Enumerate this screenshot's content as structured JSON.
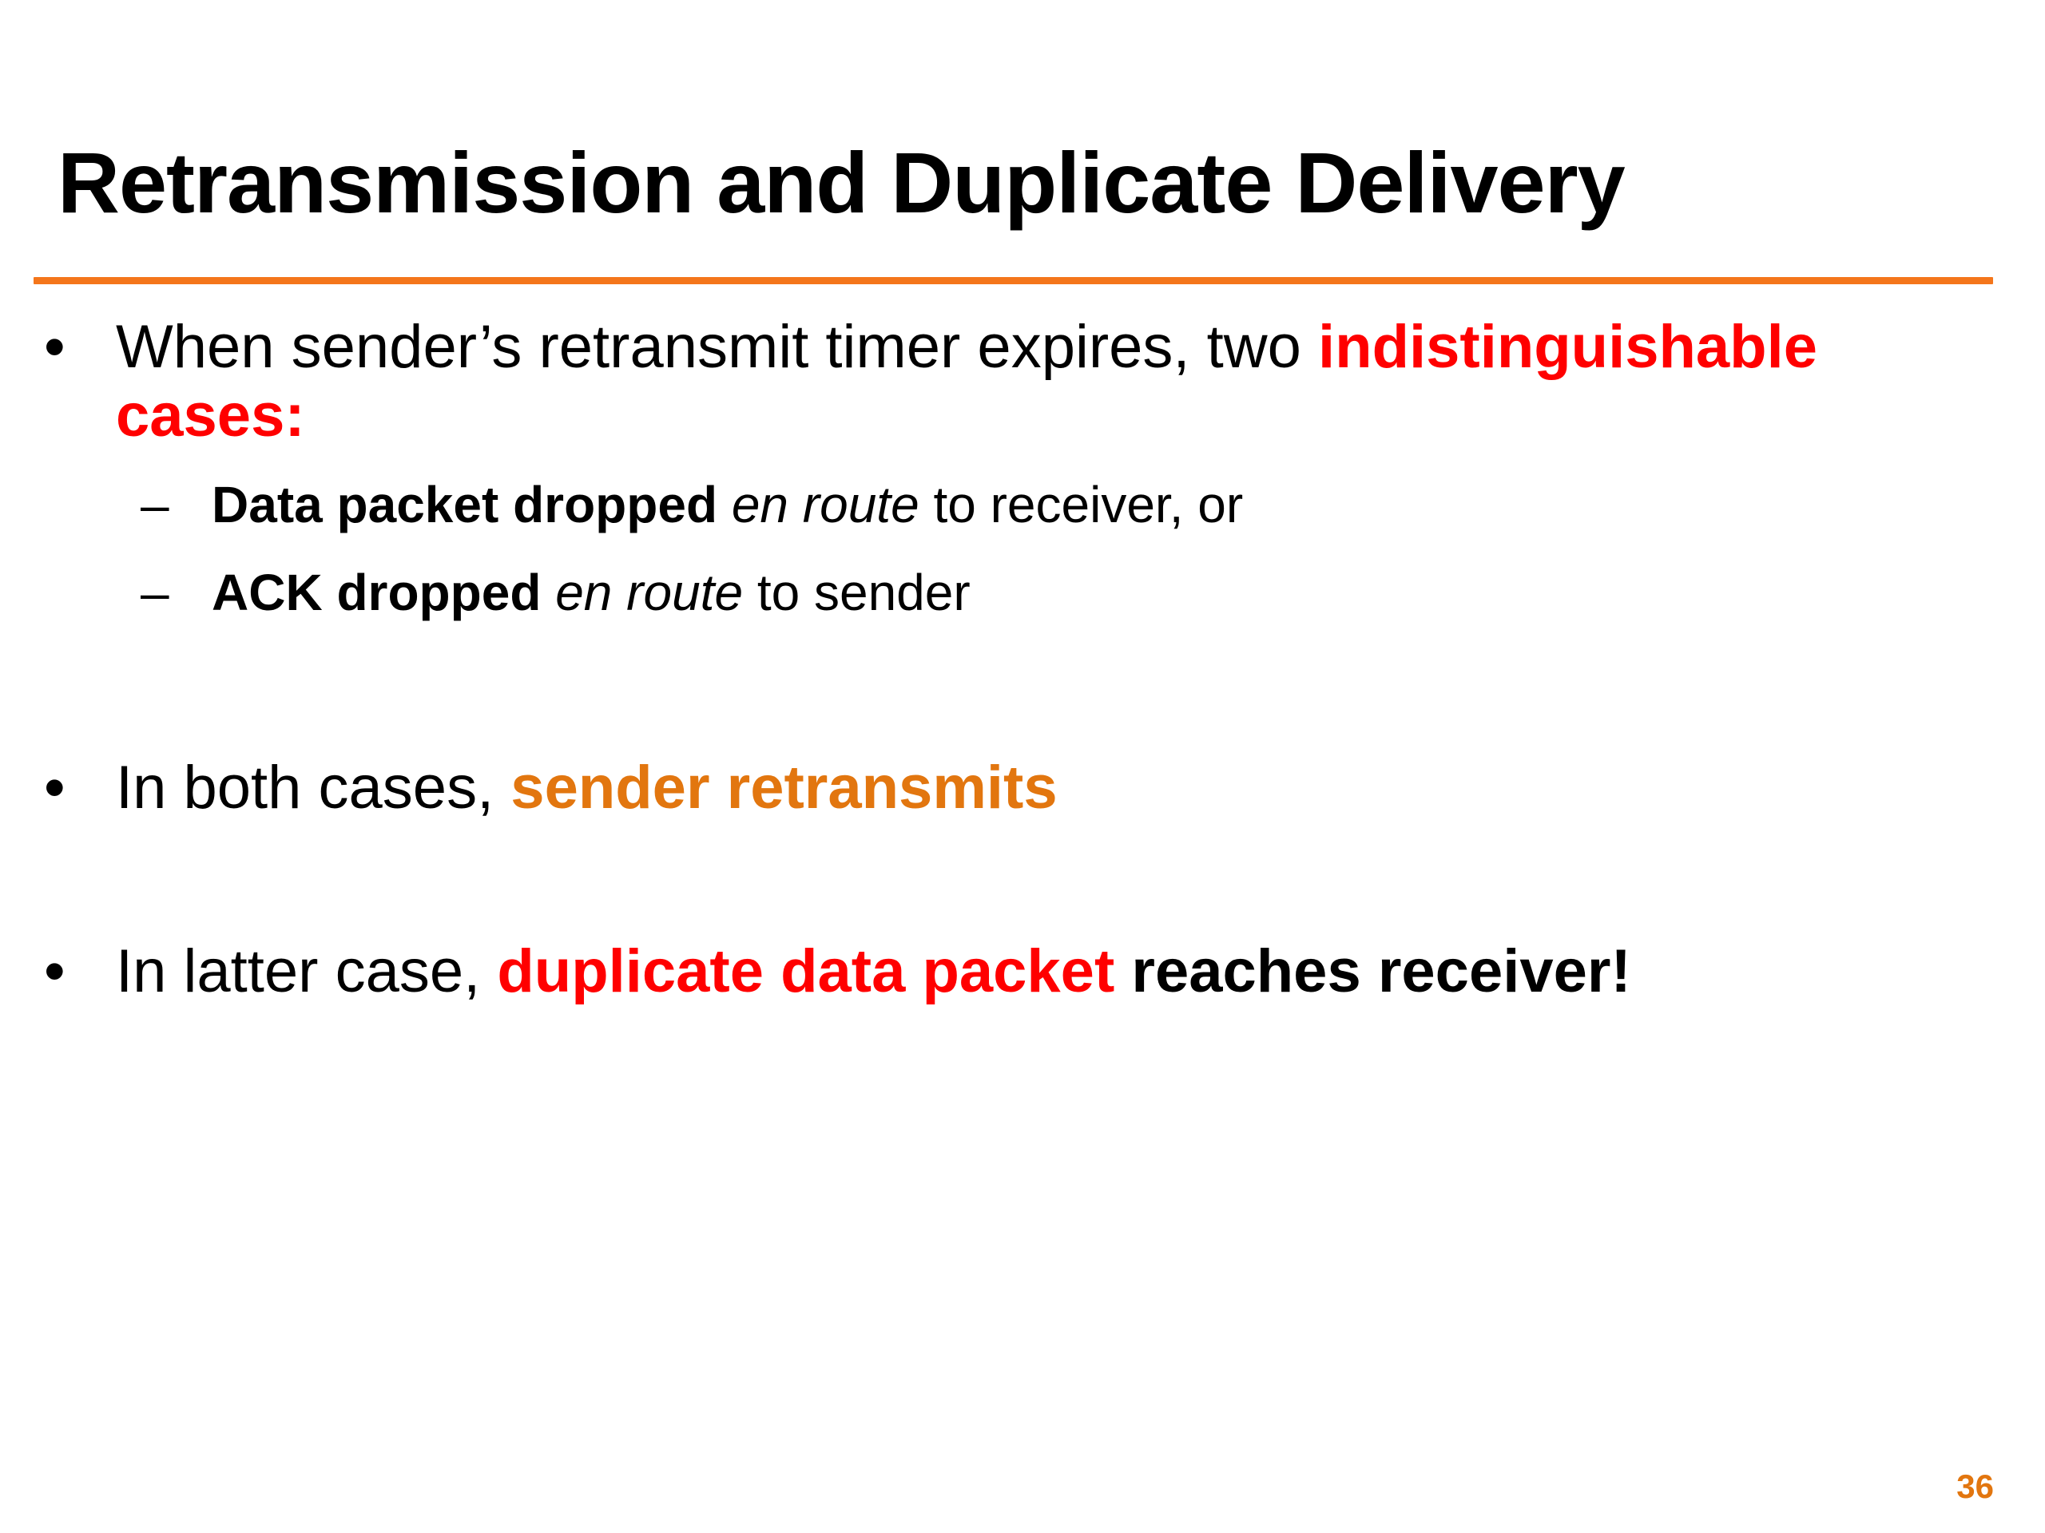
{
  "slide": {
    "title": "Retransmission and Duplicate Delivery",
    "accent_color": "#F4761B",
    "highlight_red": "#FF0000",
    "highlight_orange": "#E2760F",
    "number": "36",
    "bullets": [
      {
        "level": 1,
        "marker": "•",
        "runs": [
          {
            "text": "When sender’s retransmit timer expires, two ",
            "style": "plain"
          },
          {
            "text": "indistinguishable cases:",
            "style": "red-bold"
          }
        ]
      },
      {
        "level": 2,
        "marker": "–",
        "runs": [
          {
            "text": "Data packet dropped ",
            "style": "bold"
          },
          {
            "text": "en route",
            "style": "italic"
          },
          {
            "text": " to receiver, or",
            "style": "plain"
          }
        ]
      },
      {
        "level": 2,
        "marker": "–",
        "runs": [
          {
            "text": "ACK dropped ",
            "style": "bold"
          },
          {
            "text": "en route",
            "style": "italic"
          },
          {
            "text": " to sender",
            "style": "plain"
          }
        ]
      },
      {
        "level": 1,
        "marker": "•",
        "runs": [
          {
            "text": "In both cases, ",
            "style": "plain"
          },
          {
            "text": "sender retransmits",
            "style": "orange-bold"
          }
        ]
      },
      {
        "level": 1,
        "marker": "•",
        "runs": [
          {
            "text": "In latter case, ",
            "style": "plain"
          },
          {
            "text": "duplicate data packet",
            "style": "red-bold"
          },
          {
            "text": " reaches receiver!",
            "style": "bold"
          }
        ]
      }
    ]
  }
}
